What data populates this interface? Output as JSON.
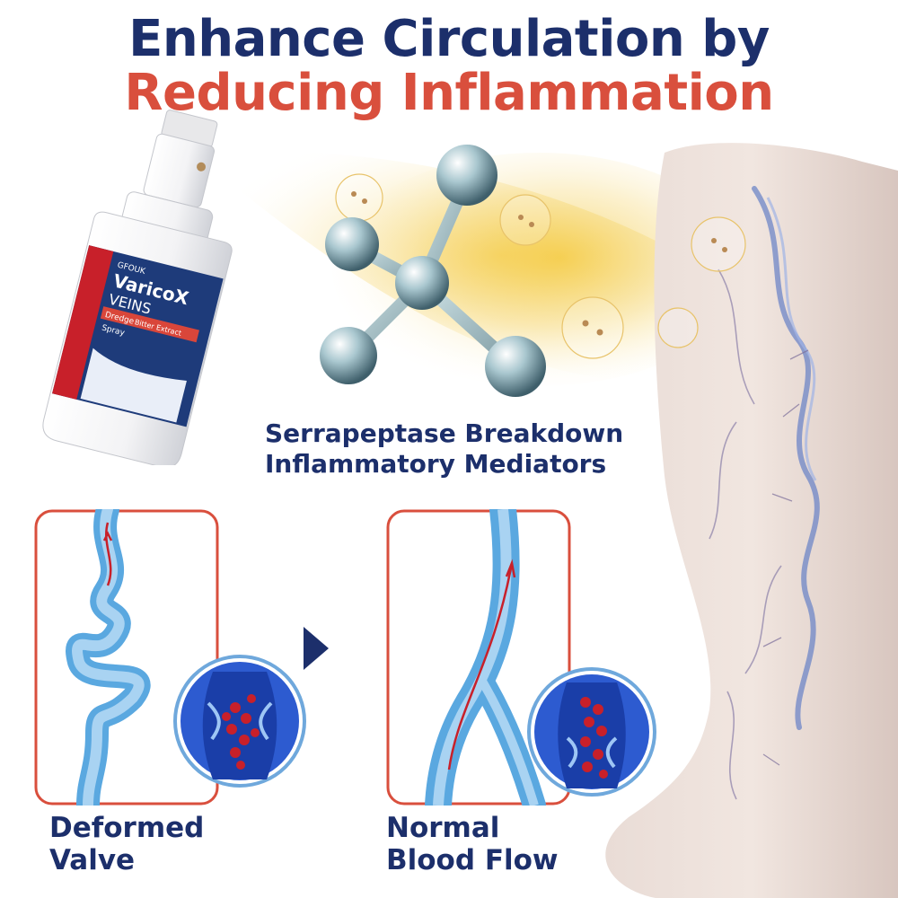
{
  "headline": {
    "line1": "Enhance Circulation by",
    "line2": "Reducing Inflammation"
  },
  "product": {
    "brand": "GFOUK",
    "name_line1": "VaricoX",
    "name_line2": "VEINS",
    "subtitle": "Dredge",
    "highlight": "Bitter Extract",
    "type": "Spray"
  },
  "mechanism": {
    "line1": "Serrapeptase Breakdown",
    "line2": "Inflammatory Mediators"
  },
  "comparison": {
    "before": {
      "line1": "Deformed",
      "line2": "Valve"
    },
    "after": {
      "line1": "Normal",
      "line2": "Blood Flow"
    }
  },
  "colors": {
    "navy": "#1c2f6b",
    "red": "#d94f3d",
    "vein_blue": "#5aa8e0",
    "blood_red": "#c8202a"
  }
}
